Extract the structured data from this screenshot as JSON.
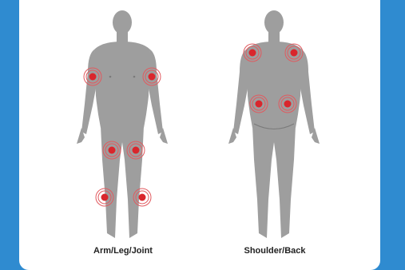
{
  "colors": {
    "background": "#2f8bd0",
    "card": "#ffffff",
    "body": "#9e9e9e",
    "pain_marker": "#d9262c",
    "pain_ring": "#e15a5f"
  },
  "figures": [
    {
      "caption": "Arm/Leg/Joint",
      "view": "front",
      "pain_points": [
        "left-elbow",
        "right-elbow",
        "left-knee",
        "right-knee",
        "left-ankle",
        "right-ankle"
      ]
    },
    {
      "caption": "Shoulder/Back",
      "view": "back",
      "pain_points": [
        "left-shoulder",
        "right-shoulder",
        "left-lower-back",
        "right-lower-back"
      ]
    }
  ]
}
